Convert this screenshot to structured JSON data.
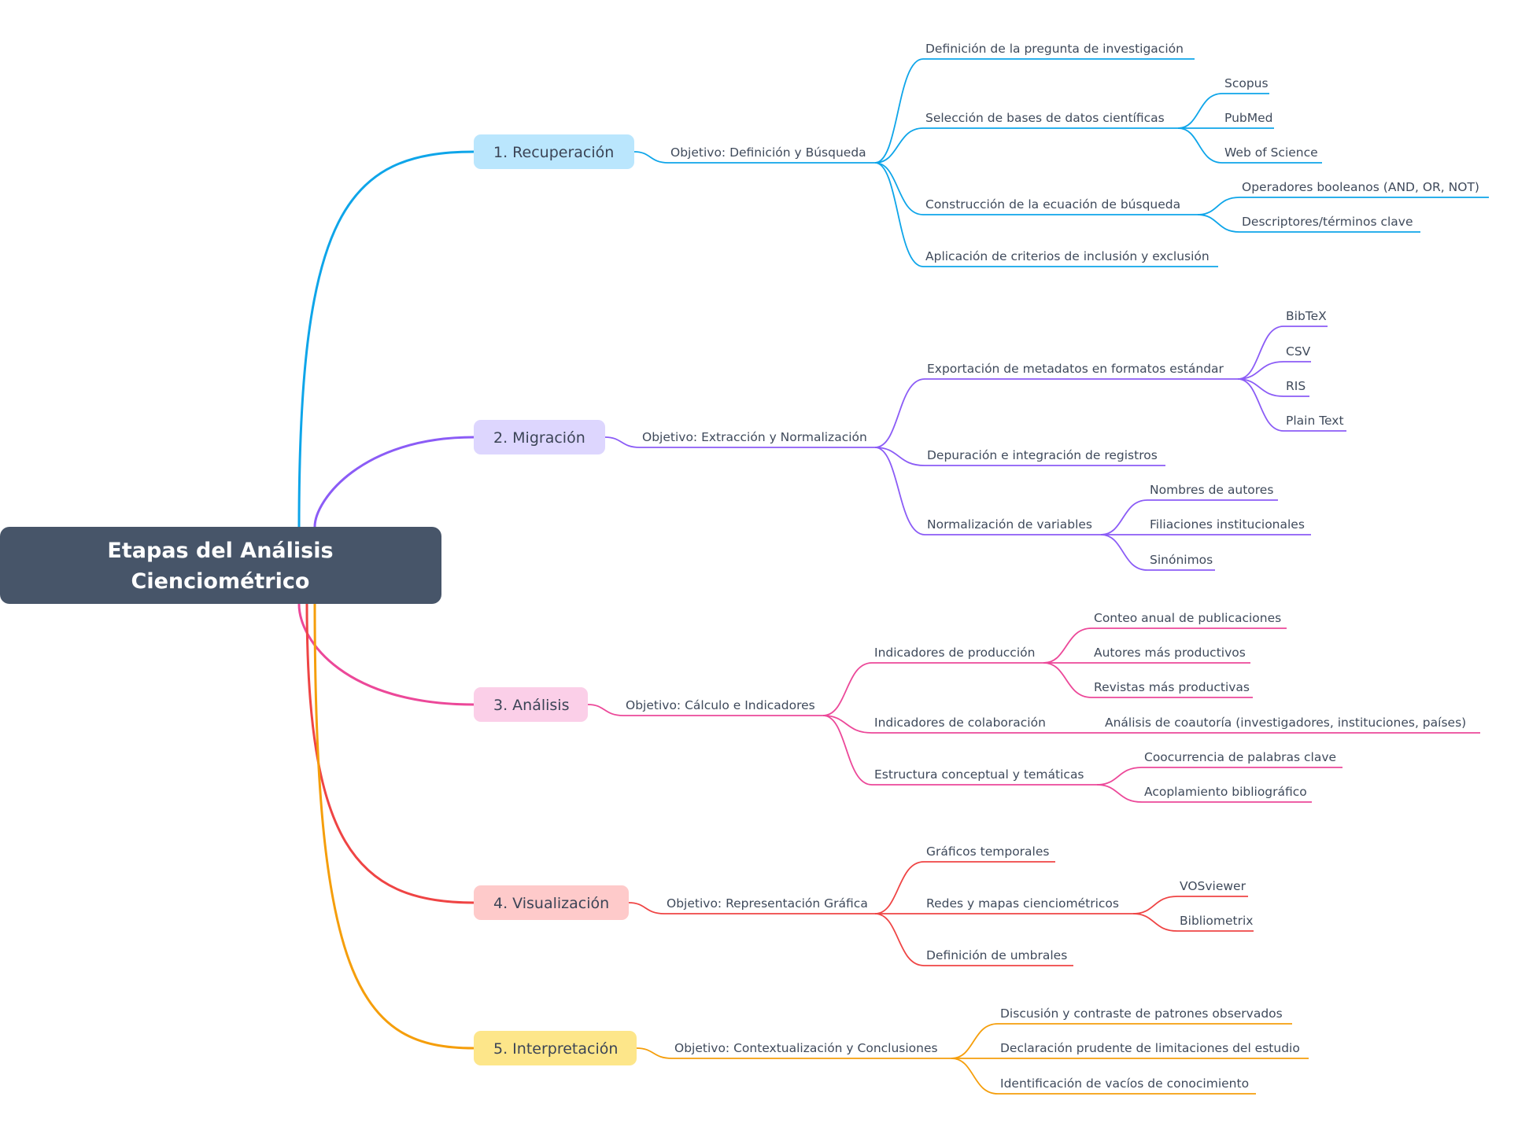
{
  "root": {
    "title_line1": "Etapas del Análisis",
    "title_line2": "Cienciométrico",
    "color": "#475569"
  },
  "branches": [
    {
      "label": "1. Recuperación",
      "color": "#0ea5e9",
      "fill": "#bae6fd",
      "objective": "Objetivo: Definición y Búsqueda",
      "children": [
        {
          "label": "Definición de la pregunta de investigación"
        },
        {
          "label": "Selección de bases de datos científicas",
          "children": [
            {
              "label": "Scopus"
            },
            {
              "label": "PubMed"
            },
            {
              "label": "Web of Science"
            }
          ]
        },
        {
          "label": "Construcción de la ecuación de búsqueda",
          "children": [
            {
              "label": "Operadores booleanos (AND, OR, NOT)"
            },
            {
              "label": "Descriptores/términos clave"
            }
          ]
        },
        {
          "label": "Aplicación de criterios de inclusión y exclusión"
        }
      ]
    },
    {
      "label": "2. Migración",
      "color": "#8b5cf6",
      "fill": "#ddd6fe",
      "objective": "Objetivo: Extracción y Normalización",
      "children": [
        {
          "label": "Exportación de metadatos en formatos estándar",
          "children": [
            {
              "label": "BibTeX"
            },
            {
              "label": "CSV"
            },
            {
              "label": "RIS"
            },
            {
              "label": "Plain Text"
            }
          ]
        },
        {
          "label": "Depuración e integración de registros"
        },
        {
          "label": "Normalización de variables",
          "children": [
            {
              "label": "Nombres de autores"
            },
            {
              "label": "Filiaciones institucionales"
            },
            {
              "label": "Sinónimos"
            }
          ]
        }
      ]
    },
    {
      "label": "3. Análisis",
      "color": "#ec4899",
      "fill": "#fbcfe8",
      "objective": "Objetivo: Cálculo e Indicadores",
      "children": [
        {
          "label": "Indicadores de producción",
          "children": [
            {
              "label": "Conteo anual de publicaciones"
            },
            {
              "label": "Autores más productivos"
            },
            {
              "label": "Revistas más productivas"
            }
          ]
        },
        {
          "label": "Indicadores de colaboración",
          "children": [
            {
              "label": "Análisis de coautoría (investigadores, instituciones, países)"
            }
          ]
        },
        {
          "label": "Estructura conceptual y temáticas",
          "children": [
            {
              "label": "Coocurrencia de palabras clave"
            },
            {
              "label": "Acoplamiento bibliográfico"
            }
          ]
        }
      ]
    },
    {
      "label": "4. Visualización",
      "color": "#ef4444",
      "fill": "#fecaca",
      "objective": "Objetivo: Representación Gráfica",
      "children": [
        {
          "label": "Gráficos temporales"
        },
        {
          "label": "Redes y mapas cienciométricos",
          "children": [
            {
              "label": "VOSviewer"
            },
            {
              "label": "Bibliometrix"
            }
          ]
        },
        {
          "label": "Definición de umbrales"
        }
      ]
    },
    {
      "label": "5. Interpretación",
      "color": "#f59e0b",
      "fill": "#fde68a",
      "objective": "Objetivo: Contextualización y Conclusiones",
      "children": [
        {
          "label": "Discusión y contraste de patrones observados"
        },
        {
          "label": "Declaración prudente de limitaciones del estudio"
        },
        {
          "label": "Identificación de vacíos de conocimiento"
        }
      ]
    }
  ]
}
